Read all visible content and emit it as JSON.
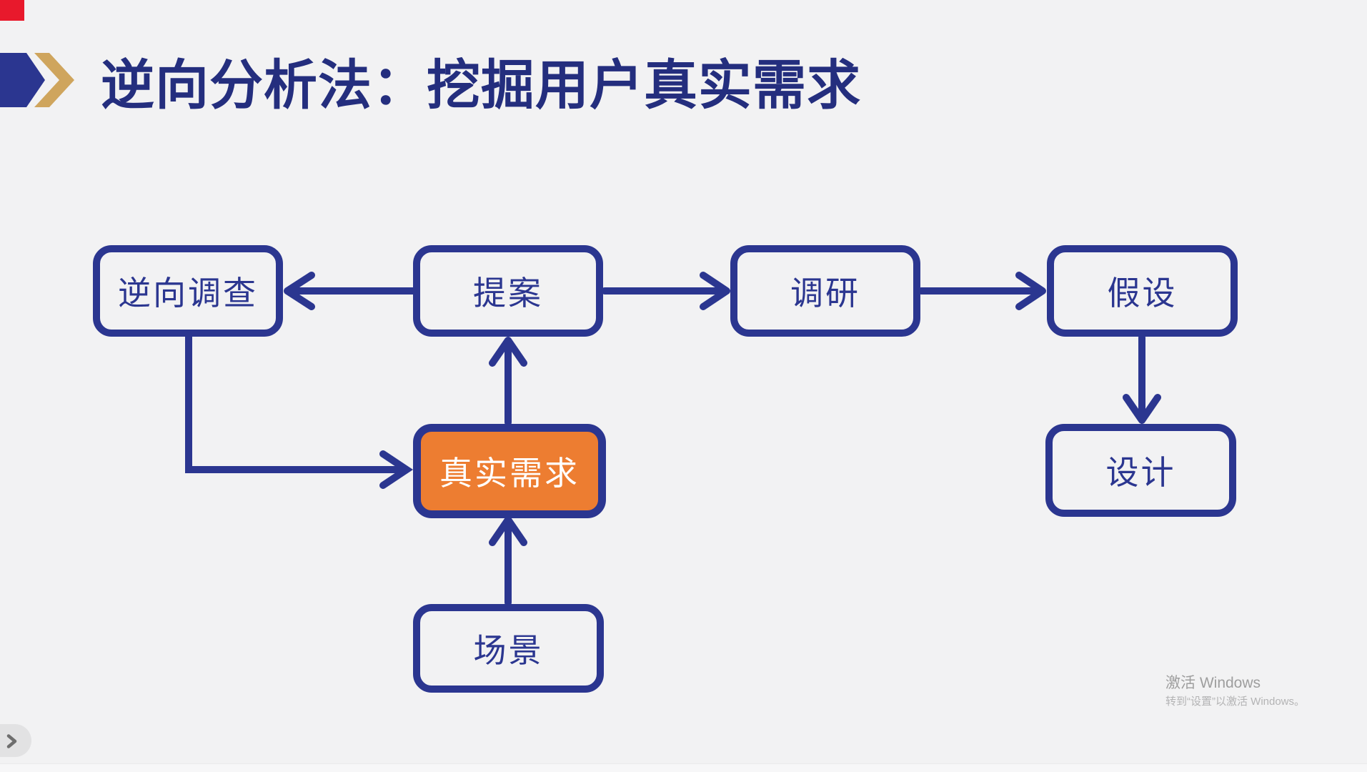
{
  "page": {
    "background_color": "#F2F2F3",
    "kind": "presentation slide (slideshow view)"
  },
  "rec_marker": {
    "color": "#E8192C"
  },
  "header": {
    "title": "逆向分析法：挖掘用户真实需求",
    "title_color": "#242E7E",
    "bullet": {
      "navy_color": "#2B3690",
      "gold_color": "#CFA55D",
      "icon": "double-chevron-right"
    }
  },
  "flowchart": {
    "stroke_color": "#2B3690",
    "highlight_fill": "#ED7D31",
    "highlight_text_color": "#FFFFFF",
    "nodes": [
      {
        "id": "reverse-survey",
        "label": "逆向调查"
      },
      {
        "id": "proposal",
        "label": "提案"
      },
      {
        "id": "research",
        "label": "调研"
      },
      {
        "id": "hypothesis",
        "label": "假设"
      },
      {
        "id": "real-need",
        "label": "真实需求",
        "highlighted": true
      },
      {
        "id": "design",
        "label": "设计"
      },
      {
        "id": "scene",
        "label": "场景"
      }
    ],
    "edges": [
      {
        "from": "proposal",
        "to": "reverse-survey"
      },
      {
        "from": "proposal",
        "to": "research"
      },
      {
        "from": "research",
        "to": "hypothesis"
      },
      {
        "from": "hypothesis",
        "to": "design"
      },
      {
        "from": "real-need",
        "to": "proposal"
      },
      {
        "from": "scene",
        "to": "real-need"
      },
      {
        "from": "reverse-survey",
        "to": "real-need"
      }
    ]
  },
  "nav": {
    "next_icon": "chevron-right",
    "pill_color": "#E2E2E3",
    "chevron_color": "#6E6E6E"
  },
  "watermark": {
    "line1": "激活 Windows",
    "line2": "转到“设置”以激活 Windows。",
    "line1_color": "#9E9E9E",
    "line2_color": "#B3B3B4"
  }
}
